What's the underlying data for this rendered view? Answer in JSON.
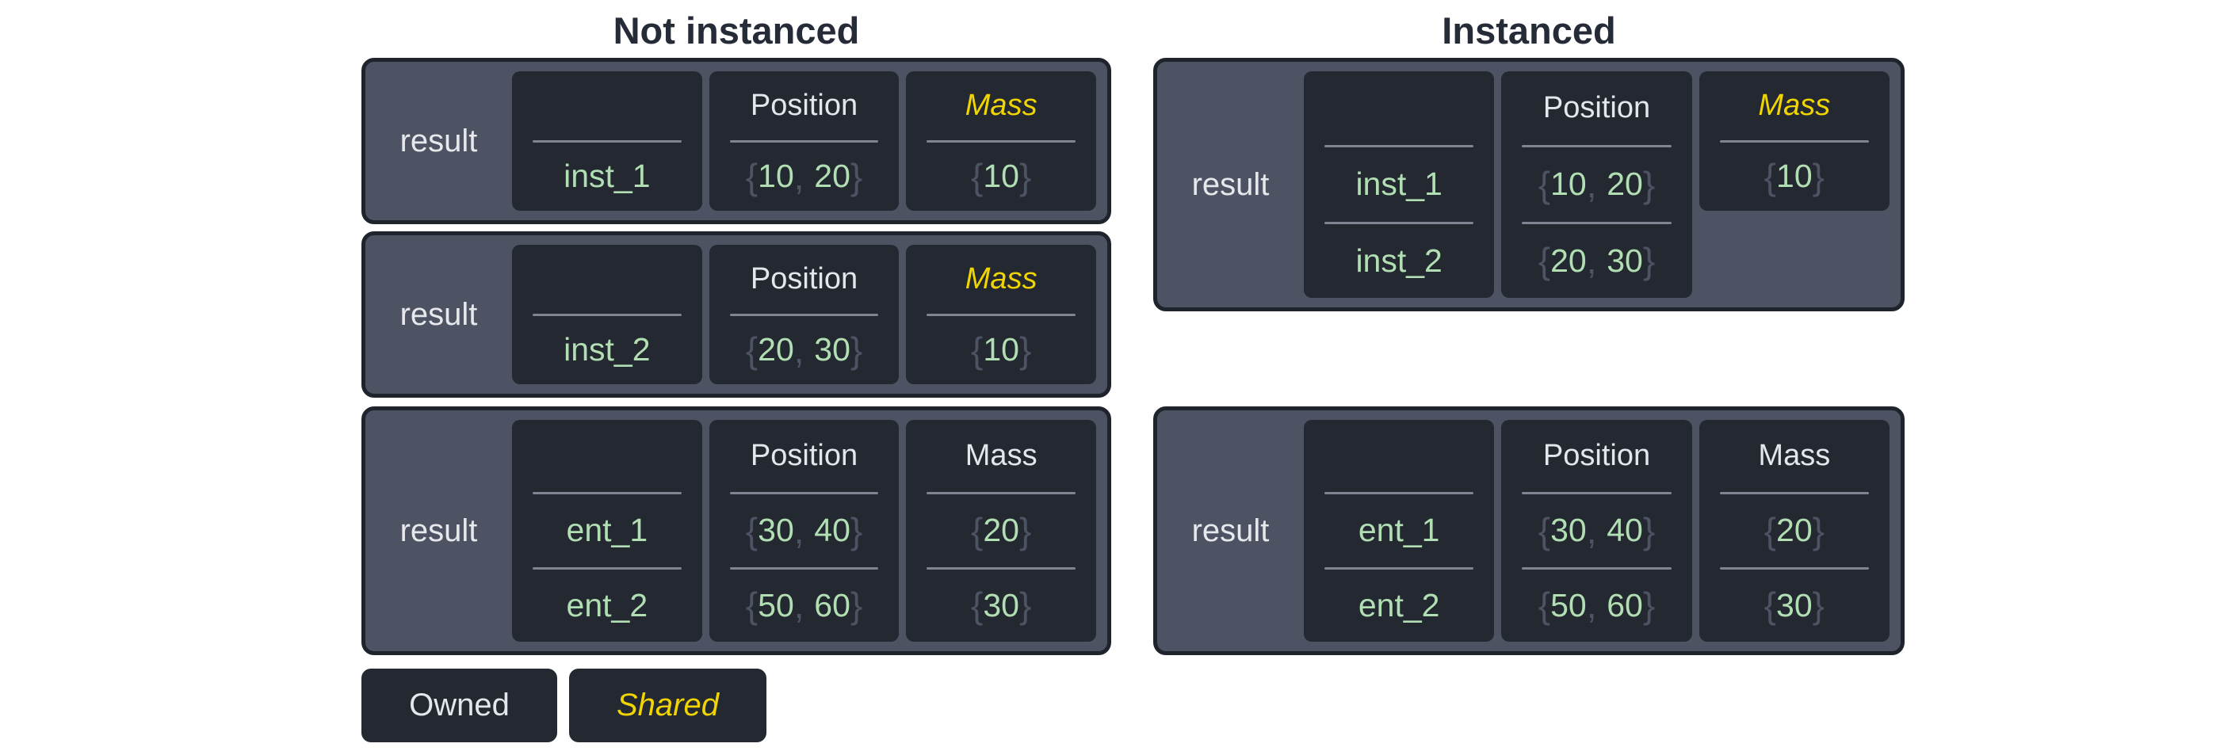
{
  "titles": {
    "left": "Not instanced",
    "right": "Instanced"
  },
  "punct": {
    "open": "{",
    "sep": ", ",
    "close": "}"
  },
  "legend": {
    "owned": "Owned",
    "shared": "Shared"
  },
  "colors": {
    "shared_accent": "#f0d502",
    "value_green": "#b1deb3",
    "table_bg": "#4d5363",
    "cell_bg": "#232831",
    "page_bg": "#ffffff"
  },
  "tables": [
    {
      "result": "result",
      "entity": {
        "header": "",
        "rows": [
          "inst_1"
        ]
      },
      "position": {
        "header": "Position",
        "rows": [
          [
            "10",
            "20"
          ]
        ]
      },
      "mass": {
        "header": "Mass",
        "shared": true,
        "rows": [
          [
            "10"
          ]
        ]
      }
    },
    {
      "result": "result",
      "entity": {
        "header": "",
        "rows": [
          "inst_2"
        ]
      },
      "position": {
        "header": "Position",
        "rows": [
          [
            "20",
            "30"
          ]
        ]
      },
      "mass": {
        "header": "Mass",
        "shared": true,
        "rows": [
          [
            "10"
          ]
        ]
      }
    },
    {
      "result": "result",
      "entity": {
        "header": "",
        "rows": [
          "ent_1",
          "ent_2"
        ]
      },
      "position": {
        "header": "Position",
        "rows": [
          [
            "30",
            "40"
          ],
          [
            "50",
            "60"
          ]
        ]
      },
      "mass": {
        "header": "Mass",
        "shared": false,
        "rows": [
          [
            "20"
          ],
          [
            "30"
          ]
        ]
      }
    },
    {
      "result": "result",
      "entity": {
        "header": "",
        "rows": [
          "inst_1",
          "inst_2"
        ]
      },
      "position": {
        "header": "Position",
        "rows": [
          [
            "10",
            "20"
          ],
          [
            "20",
            "30"
          ]
        ]
      },
      "mass": {
        "header": "Mass",
        "shared": true,
        "rows": [
          [
            "10"
          ]
        ]
      }
    },
    {
      "result": "result",
      "entity": {
        "header": "",
        "rows": [
          "ent_1",
          "ent_2"
        ]
      },
      "position": {
        "header": "Position",
        "rows": [
          [
            "30",
            "40"
          ],
          [
            "50",
            "60"
          ]
        ]
      },
      "mass": {
        "header": "Mass",
        "shared": false,
        "rows": [
          [
            "20"
          ],
          [
            "30"
          ]
        ]
      }
    }
  ]
}
